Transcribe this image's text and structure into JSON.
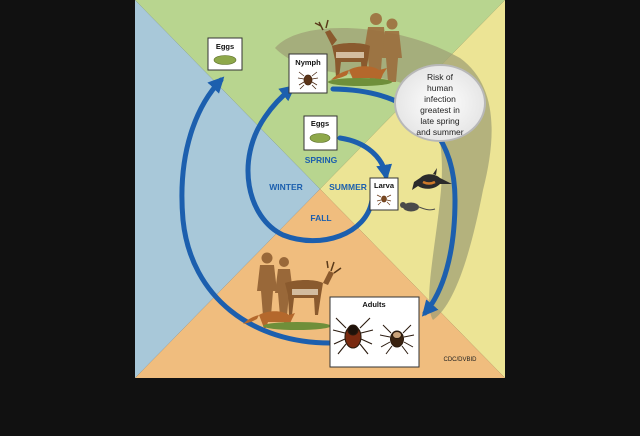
{
  "diagram": {
    "seasons": {
      "spring": "SPRING",
      "summer": "SUMMER",
      "fall": "FALL",
      "winter": "WINTER"
    },
    "stages": {
      "eggs_top": "Eggs",
      "nymph": "Nymph",
      "eggs_inner": "Eggs",
      "larva": "Larva",
      "adults": "Adults"
    },
    "risk_note": [
      "Risk of",
      "human",
      "infection",
      "greatest in",
      "late spring",
      "and summer"
    ],
    "credit": "CDC/DVBID",
    "colors": {
      "spring": "#b8d58f",
      "summer": "#ece495",
      "fall": "#f0bd7e",
      "winter": "#a8c8d9",
      "risk_band": "#9c9c74",
      "arrow": "#1c5fae",
      "season_text": "#1c5fae"
    },
    "icons": [
      "deer-icon",
      "human-silhouette-icon",
      "fox-icon",
      "bird-icon",
      "mouse-icon",
      "tick-icon"
    ]
  }
}
